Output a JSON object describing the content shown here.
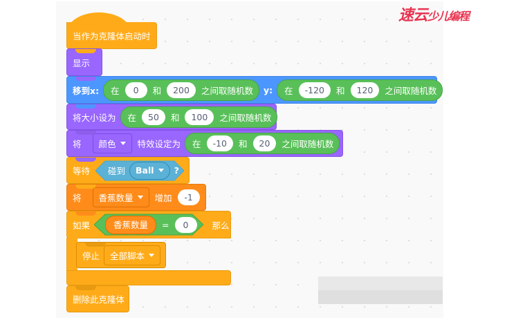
{
  "watermark": {
    "main": "速云",
    "sub": "少儿编程",
    "color": "#e8334f"
  },
  "colors": {
    "events_control": "#ffab19",
    "variables": "#ff8c1a",
    "looks": "#9966ff",
    "motion": "#4c97ff",
    "operators": "#59c059",
    "sensing": "#5cb1d6"
  },
  "script": {
    "hat": {
      "label": "当作为克隆体启动时"
    },
    "show": {
      "label": "显示"
    },
    "goto": {
      "label": "移到x:",
      "x": {
        "prefix": "在",
        "from": "0",
        "and": "和",
        "to": "200",
        "suffix": "之间取随机数"
      },
      "y_label": "y:",
      "y": {
        "prefix": "在",
        "from": "-120",
        "and": "和",
        "to": "120",
        "suffix": "之间取随机数"
      }
    },
    "size": {
      "label": "将大小设为",
      "rand": {
        "prefix": "在",
        "from": "50",
        "and": "和",
        "to": "100",
        "suffix": "之间取随机数"
      }
    },
    "effect": {
      "label": "将",
      "effect_option": "颜色",
      "mid": "特效设定为",
      "rand": {
        "prefix": "在",
        "from": "-10",
        "and": "和",
        "to": "20",
        "suffix": "之间取随机数"
      }
    },
    "wait": {
      "label": "等待",
      "touch": "碰到",
      "object": "Ball",
      "q": "?"
    },
    "change": {
      "label": "将",
      "variable": "香蕉数量",
      "mid": "增加",
      "value": "-1"
    },
    "if": {
      "label": "如果",
      "variable": "香蕉数量",
      "op": "=",
      "value": "0",
      "then": "那么"
    },
    "stop": {
      "label": "停止",
      "option": "全部脚本"
    },
    "delete": {
      "label": "删除此克隆体"
    }
  }
}
